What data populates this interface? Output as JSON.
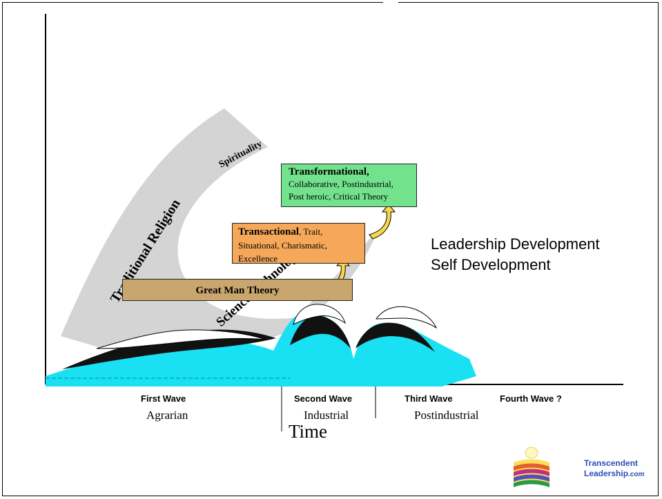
{
  "boxes": {
    "great_man": {
      "title": "Great Man Theory"
    },
    "transactional": {
      "title": "Transactional",
      "sep": ", ",
      "detail": "Trait, Situational, Charismatic, Excellence"
    },
    "transformational": {
      "title": "Transformational,",
      "detail": "Collaborative, Postindustrial, Post heroic, Critical Theory"
    }
  },
  "curve_labels": {
    "spirituality": "Spirituality",
    "traditional_religion": "Traditional Religion",
    "science_technology": "Science/Technology"
  },
  "right_text": {
    "line1": "Leadership Development",
    "line2": "Self Development"
  },
  "waves": [
    {
      "name": "First Wave",
      "era": "Agrarian"
    },
    {
      "name": "Second Wave",
      "era": "Industrial"
    },
    {
      "name": "Third Wave",
      "era": "Postindustrial"
    },
    {
      "name": "Fourth Wave ?",
      "era": ""
    }
  ],
  "axis_label": "Time",
  "logo": {
    "line1": "Transcendent",
    "line2": "Leadership",
    "suffix": ".com"
  },
  "colors": {
    "band": "#d4d4d4",
    "great_man": "#c8a66e",
    "transactional": "#f5a85a",
    "transformational": "#72e28c",
    "water": "#19e0f2",
    "arrow": "#f7d84a",
    "logo_text": "#2a4fb8"
  }
}
